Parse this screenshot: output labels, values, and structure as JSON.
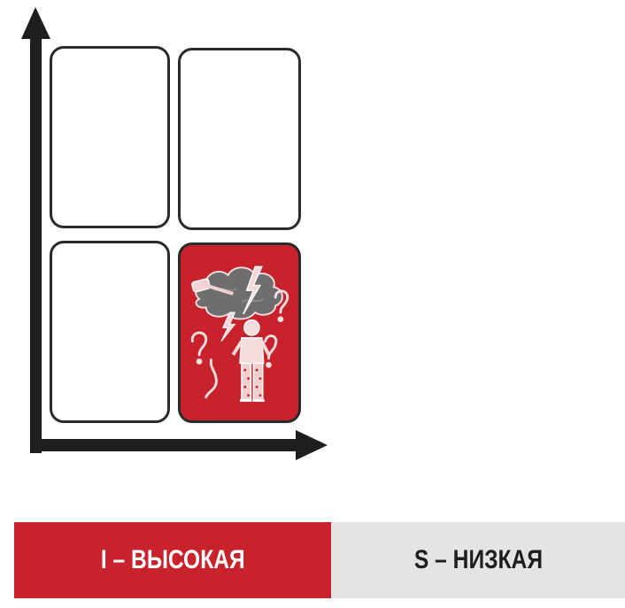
{
  "diagram": {
    "accent_color": "#c8232c",
    "quadrants": [
      {
        "position": "top-left",
        "highlighted": false
      },
      {
        "position": "top-right",
        "highlighted": false
      },
      {
        "position": "bottom-left",
        "highlighted": false
      },
      {
        "position": "bottom-right",
        "highlighted": true,
        "icon": "storm-cloud-confused-person-icon"
      }
    ]
  },
  "legend": {
    "left_label": "I – ВЫСОКАЯ",
    "left_color": "#c8232c",
    "right_label": "S – НИЗКАЯ",
    "right_color": "#e4e4e4"
  }
}
